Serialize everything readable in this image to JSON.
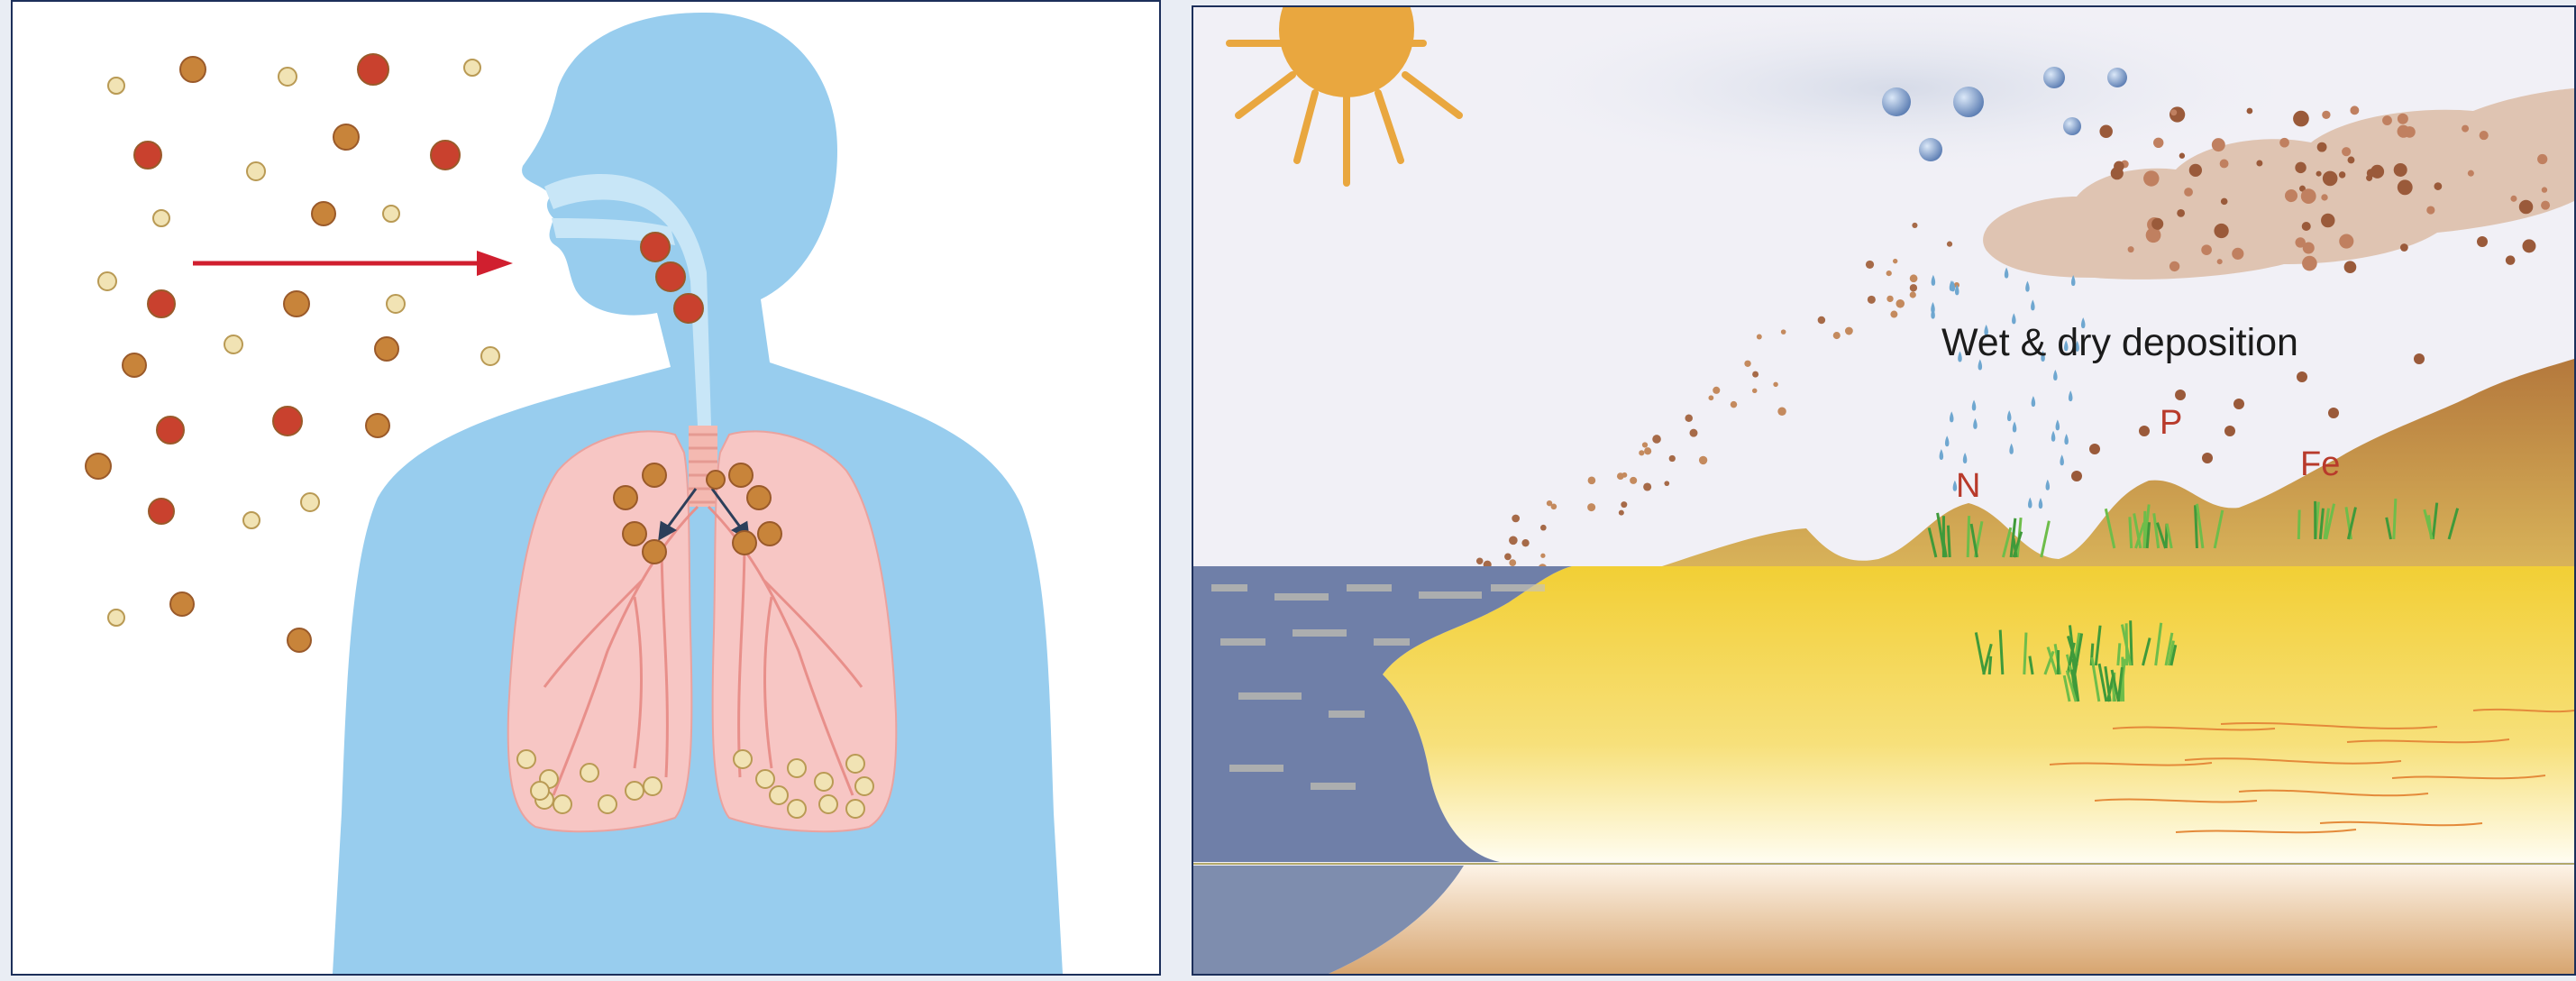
{
  "colors": {
    "frame": "#1c2f5a",
    "body": "#98cdee",
    "lung": "#f7c6c4",
    "particle_red": "#c9412e",
    "particle_orange": "#c8843a",
    "particle_light": "#f1e3b4",
    "arrow": "#d01f2f",
    "sun": "#e9a73f",
    "sand": "#f2d03c",
    "hills": "#c79a4c",
    "sea": "#6f7fa8",
    "dust_cloud": "#d9b7a0",
    "rain": "#6fa7d0",
    "label_red": "#b83a2b"
  },
  "left_panel": {
    "name": "particle inhalation into human respiratory system",
    "icons": [
      "airborne-particles",
      "inhalation-arrow",
      "human-silhouette",
      "trachea",
      "lungs",
      "bronchi-arrows"
    ]
  },
  "right_panel": {
    "title": "Wet & dry deposition",
    "element_labels": [
      "N",
      "P",
      "Fe"
    ],
    "icons": [
      "sun-icon",
      "rain-cloud",
      "dust-cloud",
      "raindrops",
      "dust-particles",
      "hills",
      "grass-tufts",
      "sea",
      "desert-surface"
    ]
  }
}
